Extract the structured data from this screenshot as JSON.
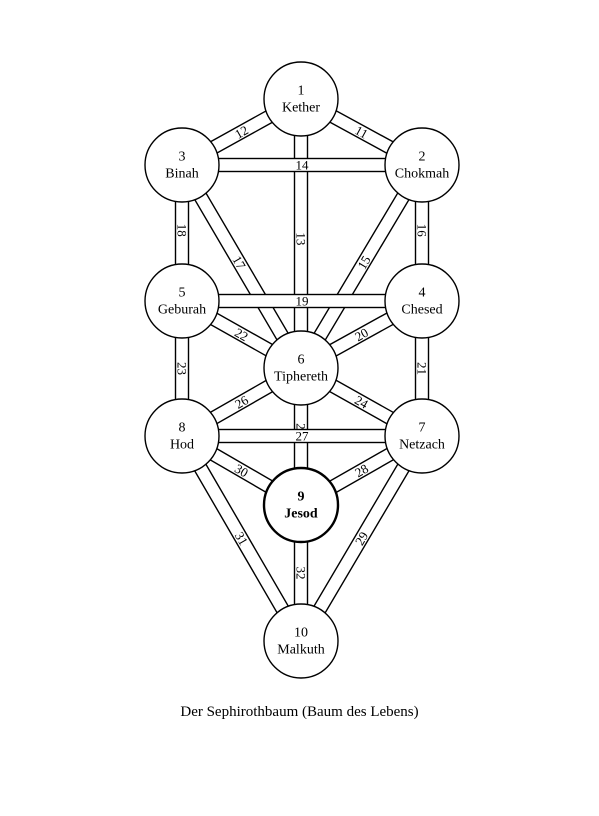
{
  "caption": "Der Sephirothbaum (Baum des Lebens)",
  "colors": {
    "stroke": "#000000",
    "fill": "#ffffff",
    "text": "#000000"
  },
  "sephiroth": [
    {
      "id": "s1",
      "number": "1",
      "name": "Kether",
      "bold": false
    },
    {
      "id": "s2",
      "number": "2",
      "name": "Chokmah",
      "bold": false
    },
    {
      "id": "s3",
      "number": "3",
      "name": "Binah",
      "bold": false
    },
    {
      "id": "s4",
      "number": "4",
      "name": "Chesed",
      "bold": false
    },
    {
      "id": "s5",
      "number": "5",
      "name": "Geburah",
      "bold": false
    },
    {
      "id": "s6",
      "number": "6",
      "name": "Tiphereth",
      "bold": false
    },
    {
      "id": "s7",
      "number": "7",
      "name": "Netzach",
      "bold": false
    },
    {
      "id": "s8",
      "number": "8",
      "name": "Hod",
      "bold": false
    },
    {
      "id": "s9",
      "number": "9",
      "name": "Jesod",
      "bold": true
    },
    {
      "id": "s10",
      "number": "10",
      "name": "Malkuth",
      "bold": false
    }
  ],
  "paths": [
    {
      "label": "11",
      "from": "s1",
      "to": "s2"
    },
    {
      "label": "12",
      "from": "s1",
      "to": "s3"
    },
    {
      "label": "13",
      "from": "s1",
      "to": "s6"
    },
    {
      "label": "14",
      "from": "s2",
      "to": "s3"
    },
    {
      "label": "15",
      "from": "s2",
      "to": "s6"
    },
    {
      "label": "16",
      "from": "s2",
      "to": "s4"
    },
    {
      "label": "17",
      "from": "s3",
      "to": "s6"
    },
    {
      "label": "18",
      "from": "s3",
      "to": "s5"
    },
    {
      "label": "19",
      "from": "s4",
      "to": "s5"
    },
    {
      "label": "20",
      "from": "s4",
      "to": "s6"
    },
    {
      "label": "21",
      "from": "s4",
      "to": "s7"
    },
    {
      "label": "22",
      "from": "s5",
      "to": "s6"
    },
    {
      "label": "23",
      "from": "s5",
      "to": "s8"
    },
    {
      "label": "24",
      "from": "s6",
      "to": "s7"
    },
    {
      "label": "25",
      "from": "s6",
      "to": "s9"
    },
    {
      "label": "26",
      "from": "s6",
      "to": "s8"
    },
    {
      "label": "27",
      "from": "s7",
      "to": "s8"
    },
    {
      "label": "28",
      "from": "s7",
      "to": "s9"
    },
    {
      "label": "29",
      "from": "s7",
      "to": "s10"
    },
    {
      "label": "30",
      "from": "s8",
      "to": "s9"
    },
    {
      "label": "31",
      "from": "s8",
      "to": "s10"
    },
    {
      "label": "32",
      "from": "s9",
      "to": "s10"
    }
  ]
}
